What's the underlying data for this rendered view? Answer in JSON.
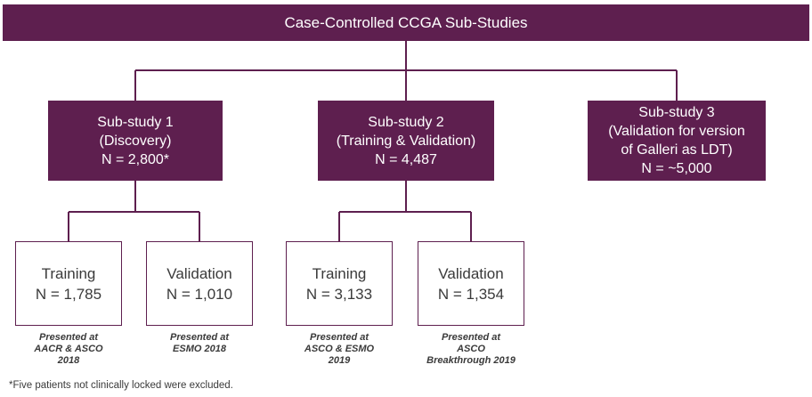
{
  "title": "Case-Controlled CCGA Sub-Studies",
  "substudies": [
    {
      "lines": [
        "Sub-study 1",
        "(Discovery)",
        "N = 2,800*"
      ]
    },
    {
      "lines": [
        "Sub-study 2",
        "(Training & Validation)",
        "N = 4,487"
      ]
    },
    {
      "lines": [
        "Sub-study 3",
        "(Validation for version",
        "of Galleri as LDT)",
        "N = ~5,000"
      ]
    }
  ],
  "arms": [
    {
      "label": "Training",
      "n": "N = 1,785",
      "note": [
        "Presented at",
        "AACR & ASCO",
        "2018"
      ]
    },
    {
      "label": "Validation",
      "n": "N = 1,010",
      "note": [
        "Presented at",
        "ESMO 2018"
      ]
    },
    {
      "label": "Training",
      "n": "N = 3,133",
      "note": [
        "Presented at",
        "ASCO & ESMO",
        "2019"
      ]
    },
    {
      "label": "Validation",
      "n": "N = 1,354",
      "note": [
        "Presented at",
        "ASCO",
        "Breakthrough 2019"
      ]
    }
  ],
  "footnote": "*Five patients not clinically locked were excluded.",
  "colors": {
    "primary": "#5e1f4f",
    "text": "#3a3a3a",
    "background": "#ffffff"
  }
}
